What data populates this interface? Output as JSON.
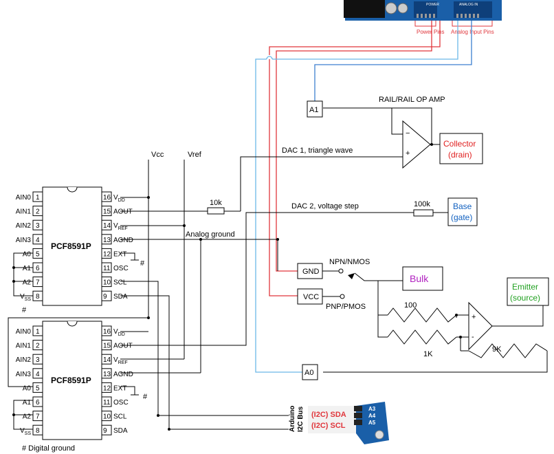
{
  "chip": {
    "name": "PCF8591P",
    "left_pins": [
      {
        "num": "1",
        "label": "AIN0"
      },
      {
        "num": "2",
        "label": "AIN1"
      },
      {
        "num": "3",
        "label": "AIN2"
      },
      {
        "num": "4",
        "label": "AIN3"
      },
      {
        "num": "5",
        "label": "A0"
      },
      {
        "num": "6",
        "label": "A1"
      },
      {
        "num": "7",
        "label": "A2"
      },
      {
        "num": "8",
        "label": "V"
      }
    ],
    "right_pins": [
      {
        "num": "16",
        "label": "V"
      },
      {
        "num": "15",
        "label": "AOUT"
      },
      {
        "num": "14",
        "label": "V"
      },
      {
        "num": "13",
        "label": "AGND"
      },
      {
        "num": "12",
        "label": "EXT"
      },
      {
        "num": "11",
        "label": "OSC"
      },
      {
        "num": "10",
        "label": "SCL"
      },
      {
        "num": "9",
        "label": "SDA"
      }
    ],
    "sub_vss": "SS",
    "sub_vdd": "DD",
    "sub_vref": "REF"
  },
  "chip2_left_pins": [
    {
      "num": "1",
      "label": "AIN0"
    },
    {
      "num": "2",
      "label": "AIN1"
    },
    {
      "num": "3",
      "label": "AIN2"
    },
    {
      "num": "4",
      "label": "AIN3"
    },
    {
      "num": "5",
      "label": "A0"
    },
    {
      "num": "6",
      "label": "A1"
    },
    {
      "num": "7",
      "label": "A2"
    },
    {
      "num": "8",
      "label": "V"
    }
  ],
  "rails": {
    "vcc": "Vcc",
    "vref": "Vref"
  },
  "hash": "#",
  "digital_ground": "# Digital ground",
  "analog_ground": "Analog ground",
  "resistors": {
    "r10k": "10k",
    "r100k": "100k",
    "r100": "100",
    "r1k": "1K",
    "r9k": "9K"
  },
  "dac1": "DAC 1, triangle wave",
  "dac2": "DAC 2, voltage step",
  "opamp_title": "RAIL/RAIL OP AMP",
  "a1": "A1",
  "a0": "A0",
  "gnd": "GND",
  "vcc_box": "VCC",
  "npn": "NPN/NMOS",
  "pnp": "PNP/PMOS",
  "collector": {
    "line1": "Collector",
    "line2": "(drain)"
  },
  "base": {
    "line1": "Base",
    "line2": "(gate)"
  },
  "bulk": "Bulk",
  "emitter": {
    "line1": "Emitter",
    "line2": "(source)"
  },
  "arduino": {
    "power_label": "Power Pins",
    "analog_label": "Analog Input Pins",
    "board_text": "POWER",
    "analog_text": "ANALOG IN"
  },
  "i2c": {
    "side1": "Arduino",
    "side2": "I2C Bus",
    "sda": "(I2C) SDA",
    "scl": "(I2C) SCL",
    "a5": "A5",
    "a4": "A4",
    "a3": "A3"
  },
  "colors": {
    "wire_red": "#e0353b",
    "wire_blue": "#3c7fd0",
    "wire_lightblue": "#6ab8e8",
    "collector": "#e02020",
    "base": "#1060c0",
    "bulk": "#b020c0",
    "emitter": "#20a020",
    "board": "#1a5fa8"
  }
}
